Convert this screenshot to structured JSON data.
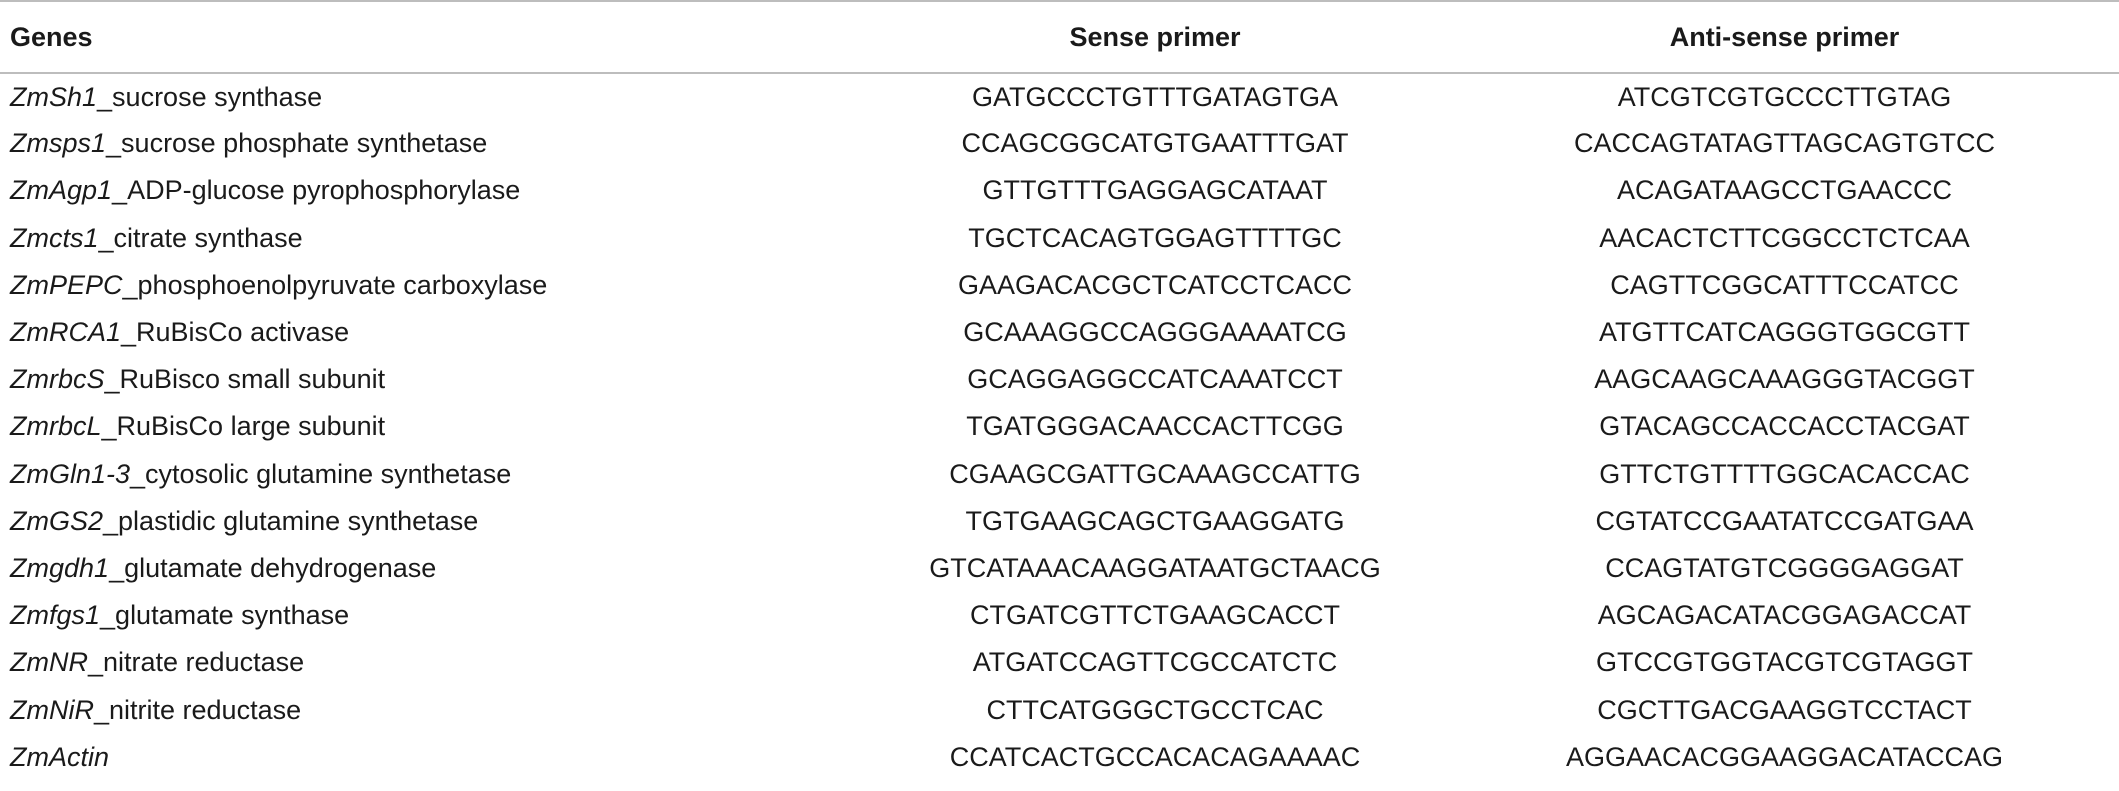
{
  "headers": {
    "genes": "Genes",
    "sense": "Sense primer",
    "antisense": "Anti-sense primer"
  },
  "rows": [
    {
      "symbol": "ZmSh1",
      "desc": "_sucrose synthase",
      "sense": "GATGCCCTGTTTGATAGTGA",
      "antisense": "ATCGTCGTGCCCTTGTAG"
    },
    {
      "symbol": "Zmsps1",
      "desc": "_sucrose phosphate synthetase",
      "sense": "CCAGCGGCATGTGAATTTGAT",
      "antisense": "CACCAGTATAGTTAGCAGTGTCC"
    },
    {
      "symbol": "ZmAgp1",
      "desc": "_ADP-glucose pyrophosphorylase",
      "sense": "GTTGTTTGAGGAGCATAAT",
      "antisense": "ACAGATAAGCCTGAACCC"
    },
    {
      "symbol": "Zmcts1",
      "desc": "_citrate synthase",
      "sense": "TGCTCACAGTGGAGTTTTGC",
      "antisense": "AACACTCTTCGGCCTCTCAA"
    },
    {
      "symbol": "ZmPEPC",
      "desc": "_phosphoenolpyruvate carboxylase",
      "sense": "GAAGACACGCTCATCCTCACC",
      "antisense": "CAGTTCGGCATTTCCATCC"
    },
    {
      "symbol": "ZmRCA1",
      "desc": "_RuBisCo activase",
      "sense": "GCAAAGGCCAGGGAAAATCG",
      "antisense": "ATGTTCATCAGGGTGGCGTT"
    },
    {
      "symbol": "ZmrbcS",
      "desc": "_RuBisco small subunit",
      "sense": "GCAGGAGGCCATCAAATCCT",
      "antisense": "AAGCAAGCAAAGGGTACGGT"
    },
    {
      "symbol": "ZmrbcL",
      "desc": "_RuBisCo large subunit",
      "sense": "TGATGGGACAACCACTTCGG",
      "antisense": "GTACAGCCACCACCTACGAT"
    },
    {
      "symbol": "ZmGln1-3",
      "desc": "_cytosolic glutamine synthetase",
      "sense": "CGAAGCGATTGCAAAGCCATTG",
      "antisense": "GTTCTGTTTTGGCACACCAC"
    },
    {
      "symbol": "ZmGS2",
      "desc": "_plastidic glutamine synthetase",
      "sense": "TGTGAAGCAGCTGAAGGATG",
      "antisense": "CGTATCCGAATATCCGATGAA"
    },
    {
      "symbol": "Zmgdh1",
      "desc": "_glutamate dehydrogenase",
      "sense": "GTCATAAACAAGGATAATGCTAACG",
      "antisense": "CCAGTATGTCGGGGAGGAT"
    },
    {
      "symbol": "Zmfgs1",
      "desc": "_glutamate synthase",
      "sense": "CTGATCGTTCTGAAGCACCT",
      "antisense": "AGCAGACATACGGAGACCAT"
    },
    {
      "symbol": "ZmNR",
      "desc": "_nitrate reductase",
      "sense": "ATGATCCAGTTCGCCATCTC",
      "antisense": "GTCCGTGGTACGTCGTAGGT"
    },
    {
      "symbol": "ZmNiR",
      "desc": "_nitrite reductase",
      "sense": "CTTCATGGGCTGCCTCAC",
      "antisense": "CGCTTGACGAAGGTCCTACT"
    },
    {
      "symbol": "ZmActin",
      "desc": "",
      "sense": "CCATCACTGCCACACAGAAAAC",
      "antisense": "AGGAACACGGAAGGACATACCAG"
    }
  ]
}
